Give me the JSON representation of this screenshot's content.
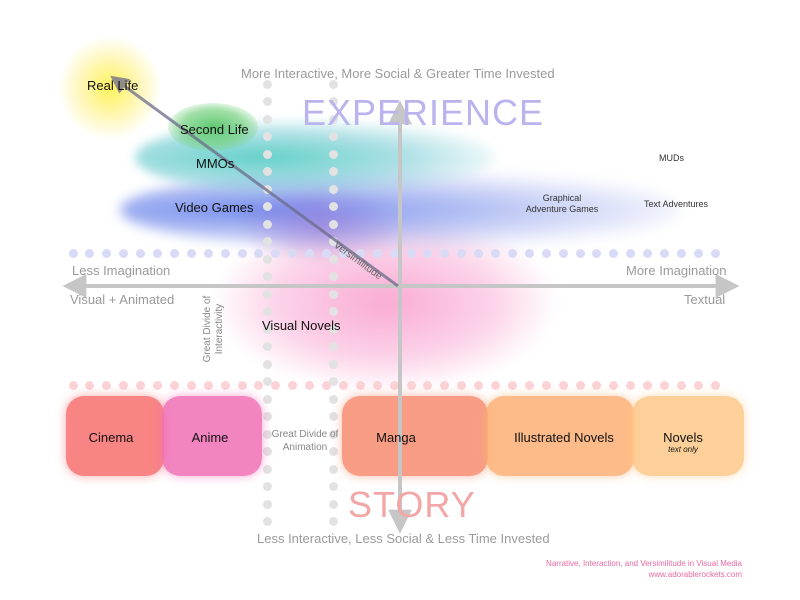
{
  "headers": {
    "top": "More Interactive, More Social & Greater Time Invested",
    "bottom": "Less Interactive, Less Social & Less Time Invested",
    "experience": "EXPERIENCE",
    "story": "STORY"
  },
  "axes": {
    "left_top": "Less Imagination",
    "left_bottom": "Visual + Animated",
    "right_top": "More Imagination",
    "right_bottom": "Textual",
    "versimilitude": "Versimilitude"
  },
  "dividers": {
    "interactivity": "Great Divide of Interactivity",
    "animation": "Great Divide of Animation"
  },
  "items": {
    "real_life": "Real Life",
    "second_life": "Second Life",
    "mmos": "MMOs",
    "video_games": "Video Games",
    "visual_novels": "Visual Novels",
    "muds": "MUDs",
    "graphical_adventure": "Graphical Adventure Games",
    "text_adventures": "Text Adventures"
  },
  "bands": {
    "cinema": "Cinema",
    "anime": "Anime",
    "manga": "Manga",
    "illustrated_novels": "Illustrated Novels",
    "novels": "Novels",
    "novels_note": "text only"
  },
  "credit": {
    "title": "Narrative, Interaction, and Versimilitude in Visual Media",
    "site": "www.adorablerockets.com"
  },
  "colors": {
    "axis": "#c8c8c8",
    "experience": "#b9b3ee",
    "story": "#f3a6a6",
    "dots_blue": "#d9dbf6",
    "dots_pink": "#fbd3d6",
    "dots_gray": "#e2e2e2",
    "cinema": "#f77b7b",
    "anime": "#f17bbb",
    "manga": "#f7957a",
    "illustrated": "#fbb57f",
    "novels": "#fdcf93"
  }
}
